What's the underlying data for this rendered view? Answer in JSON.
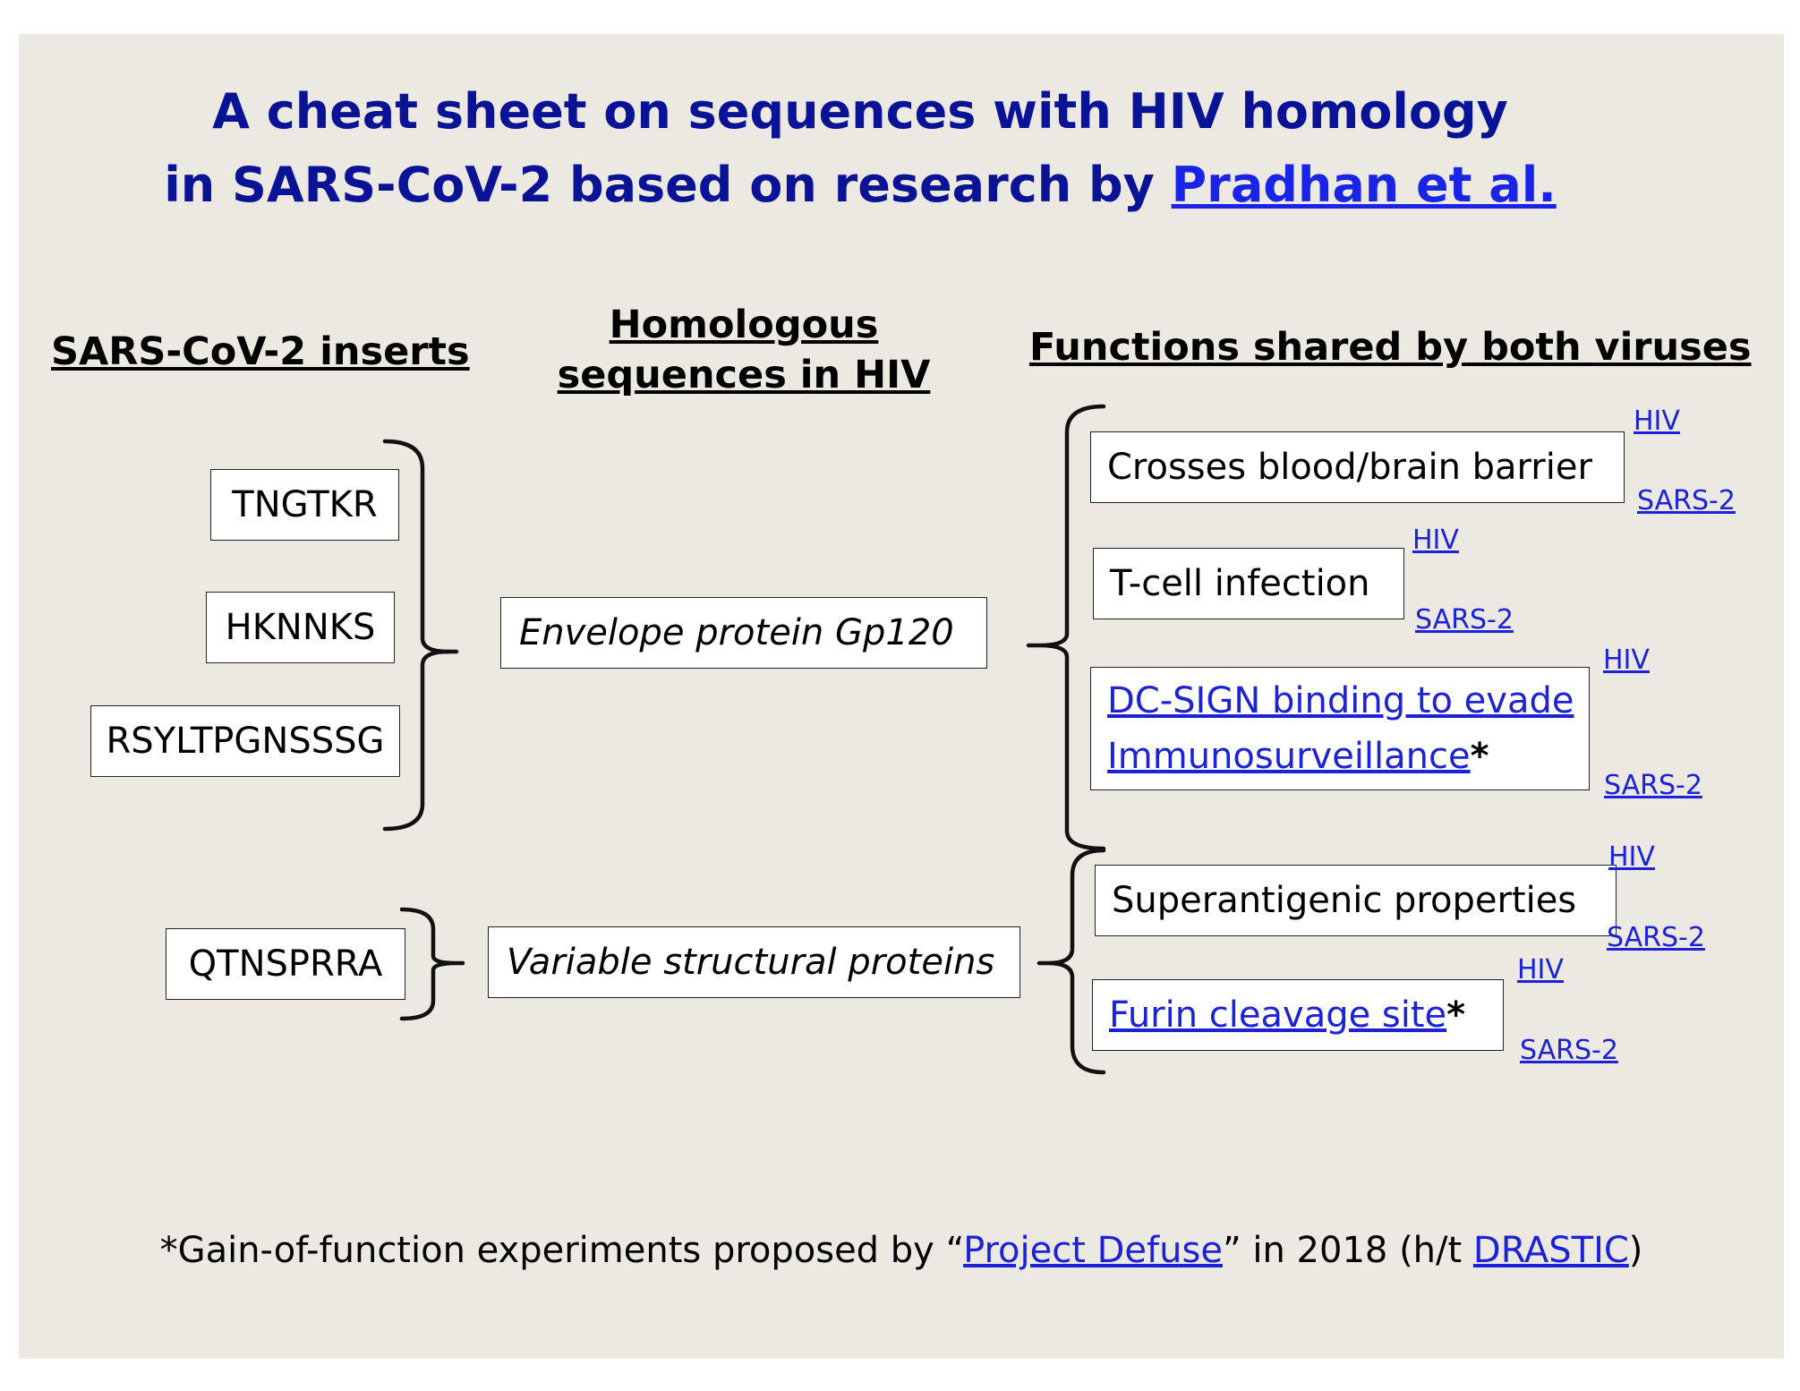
{
  "title": {
    "line1": "A cheat sheet on sequences with HIV homology",
    "line2_prefix": "in SARS-CoV-2 based on research by ",
    "line2_link": "Pradhan et al."
  },
  "headers": {
    "inserts": "SARS-CoV-2 inserts",
    "homologous_line1": "Homologous",
    "homologous_line2": "sequences in HIV",
    "functions": "Functions shared by both viruses"
  },
  "inserts": [
    "TNGTKR",
    "HKNNKS",
    "RSYLTPGNSSSG",
    "QTNSPRRA"
  ],
  "homologs": [
    "Envelope protein Gp120",
    "Variable structural proteins"
  ],
  "functions": [
    {
      "label": "Crosses blood/brain barrier",
      "hiv": "HIV",
      "sars": "SARS-2"
    },
    {
      "label": "T-cell infection",
      "hiv": "HIV",
      "sars": "SARS-2"
    },
    {
      "label_line1": "DC-SIGN binding to evade",
      "label_line2": "Immunosurveillance",
      "star": "*",
      "hiv": "HIV",
      "sars": "SARS-2"
    },
    {
      "label": "Superantigenic properties",
      "hiv": "HIV",
      "sars": "SARS-2"
    },
    {
      "label": "Furin cleavage site",
      "star": "*",
      "hiv": "HIV",
      "sars": "SARS-2"
    }
  ],
  "footnote": {
    "prefix": "*Gain-of-function experiments proposed by “",
    "link1": "Project Defuse",
    "middle": "” in 2018 (h/t ",
    "link2": "DRASTIC",
    "suffix": ")"
  },
  "colors": {
    "background": "#ebe9e2",
    "title": "#0a1396",
    "link": "#1b22d8"
  }
}
